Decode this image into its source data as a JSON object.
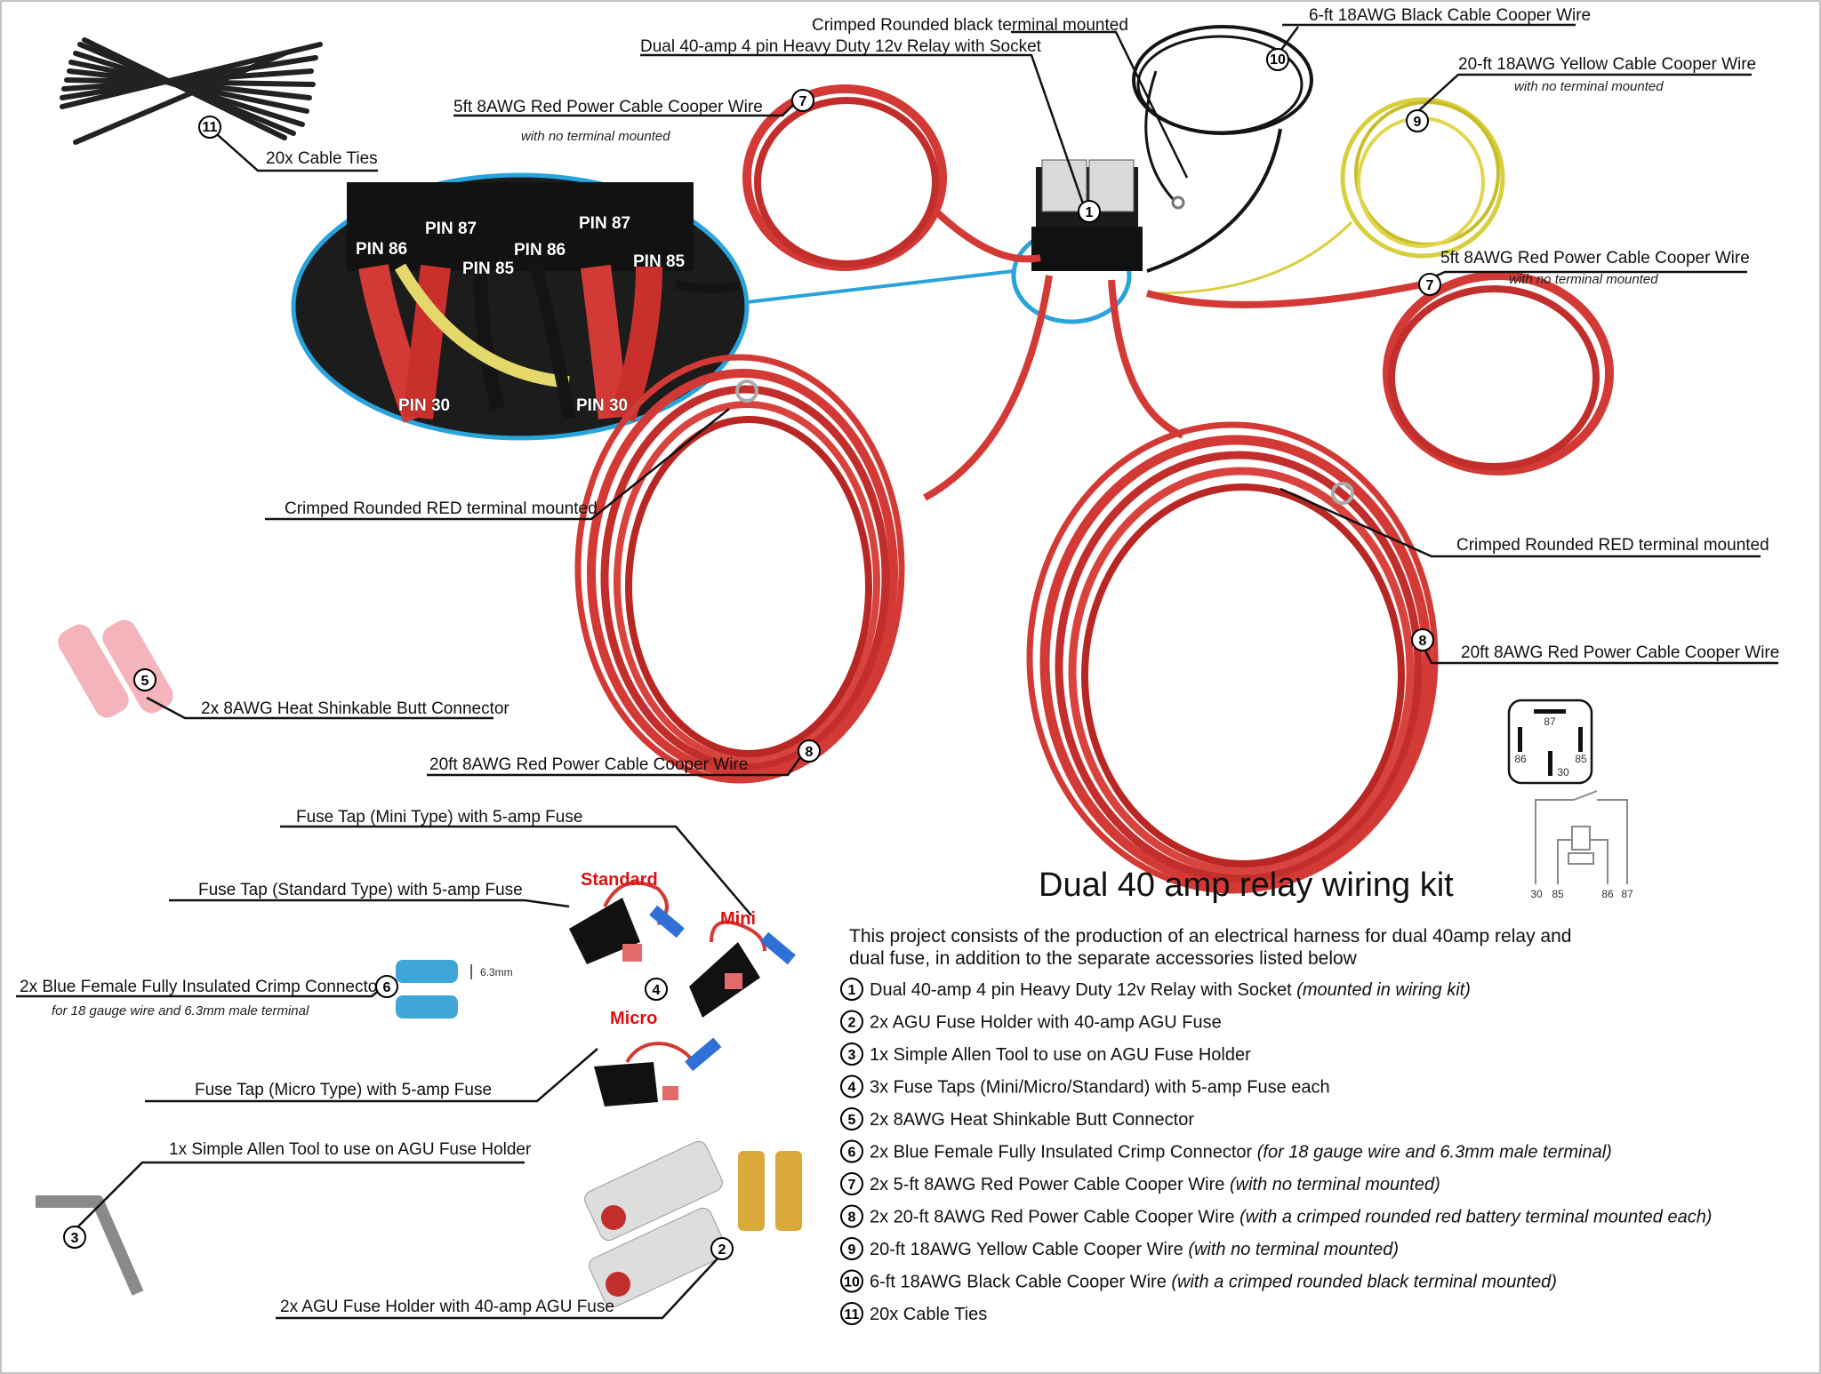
{
  "kit_title": "Dual 40 amp relay wiring kit",
  "intro_lines": [
    "This project consists of the production of an electrical harness for dual 40amp relay and",
    "dual fuse, in addition to the separate accessories listed below"
  ],
  "callouts": {
    "cable_ties": "20x Cable Ties",
    "black_terminal": "Crimped Rounded black terminal mounted",
    "relay_socket": "Dual 40-amp 4 pin Heavy Duty 12v Relay with Socket",
    "black_wire": "6-ft 18AWG Black Cable Cooper Wire",
    "yellow_wire": "20-ft 18AWG Yellow Cable Cooper Wire",
    "yellow_wire_note": "with no terminal mounted",
    "red5_left": "5ft 8AWG Red Power Cable Cooper Wire",
    "red5_left_note": "with no terminal mounted",
    "red5_right": "5ft 8AWG Red Power Cable Cooper Wire",
    "red5_right_note": "with no terminal mounted",
    "red_terminal_left": "Crimped Rounded RED terminal mounted",
    "red_terminal_right": "Crimped Rounded RED terminal mounted",
    "red20_right": "20ft 8AWG Red Power Cable Cooper Wire",
    "red20_left": "20ft 8AWG Red Power Cable Cooper Wire",
    "butt_connector": "2x 8AWG Heat Shinkable Butt Connector",
    "fuse_tap_mini": "Fuse Tap (Mini Type) with 5-amp Fuse",
    "fuse_tap_standard": "Fuse Tap (Standard Type) with 5-amp Fuse",
    "crimp_connector": "2x Blue Female Fully Insulated Crimp Connector",
    "crimp_connector_note": "for 18 gauge wire and 6.3mm male terminal",
    "fuse_tap_micro": "Fuse Tap (Micro Type) with 5-amp Fuse",
    "allen_tool": "1x Simple Allen Tool to use on AGU Fuse Holder",
    "fuse_holder": "2x AGU Fuse Holder with 40-amp AGU Fuse"
  },
  "pins": {
    "p86a": "PIN 86",
    "p87a": "PIN 87",
    "p85a": "PIN 85",
    "p86b": "PIN 86",
    "p87b": "PIN 87",
    "p85b": "PIN 85",
    "p30a": "PIN 30",
    "p30b": "PIN 30"
  },
  "tap_labels": {
    "standard": "Standard",
    "mini": "Mini",
    "micro": "Micro"
  },
  "dimension": "6.3mm",
  "relay_symbol": {
    "pin_87": "87",
    "pin_86": "86",
    "pin_85": "85",
    "pin_30": "30",
    "schematic_pins": [
      "30",
      "85",
      "86",
      "87"
    ]
  },
  "badges": [
    "1",
    "2",
    "3",
    "4",
    "5",
    "6",
    "7",
    "8",
    "9",
    "10",
    "11"
  ],
  "parts_list": [
    {
      "num": "1",
      "text": "Dual 40-amp 4 pin Heavy Duty 12v Relay with Socket ",
      "note": "(mounted in wiring kit)"
    },
    {
      "num": "2",
      "text": "2x AGU Fuse Holder with 40-amp AGU Fuse",
      "note": ""
    },
    {
      "num": "3",
      "text": "1x Simple Allen Tool to use on AGU Fuse Holder",
      "note": ""
    },
    {
      "num": "4",
      "text": "3x Fuse Taps (Mini/Micro/Standard) with 5-amp Fuse each",
      "note": ""
    },
    {
      "num": "5",
      "text": "2x 8AWG Heat Shinkable Butt Connector",
      "note": ""
    },
    {
      "num": "6",
      "text": "2x Blue Female Fully Insulated Crimp Connector ",
      "note": "(for 18 gauge wire and 6.3mm male terminal)"
    },
    {
      "num": "7",
      "text": "2x 5-ft 8AWG Red Power Cable Cooper Wire  ",
      "note": "(with no terminal mounted)"
    },
    {
      "num": "8",
      "text": "2x 20-ft 8AWG Red Power Cable Cooper Wire  ",
      "note": "(with a crimped rounded red battery terminal mounted each)"
    },
    {
      "num": "9",
      "text": "20-ft 18AWG Yellow Cable Cooper Wire ",
      "note": "(with no terminal mounted)"
    },
    {
      "num": "10",
      "text": "6-ft 18AWG Black Cable Cooper Wire ",
      "note": "(with a crimped rounded black terminal mounted)"
    },
    {
      "num": "11",
      "text": "20x Cable Ties",
      "note": ""
    }
  ],
  "colors": {
    "wire_red": "#d33a35",
    "wire_red_dark": "#9e1c1a",
    "wire_yellow": "#d8cf3c",
    "wire_black": "#141414",
    "highlight_blue": "#29a3dc",
    "label_red": "#d11111"
  }
}
